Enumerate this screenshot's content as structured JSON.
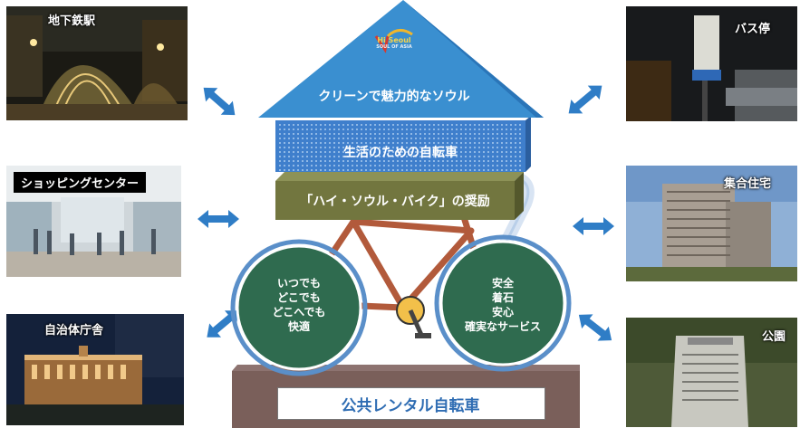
{
  "colors": {
    "roof": "#3a8fd0",
    "roof_dark": "#2a75b8",
    "dotted_band": "#3f7fcc",
    "olive_band": "#72763f",
    "wheel_green": "#2f6b4f",
    "bike_frame": "#b25a3b",
    "base": "#7a5f5a",
    "arrow": "#2f7dc6"
  },
  "house": {
    "logo_text": "Hi Seoul",
    "logo_subtext": "SOUL OF ASIA",
    "roof_label": "クリーンで魅力的なソウル",
    "band1_label": "生活のための自転車",
    "band2_label": "「ハイ・ソウル・バイク」の奨励"
  },
  "wheels": {
    "left": [
      "いつでも",
      "どこでも",
      "どこへでも",
      "快適"
    ],
    "right": [
      "安全",
      "着石",
      "安心",
      "確実なサービス"
    ]
  },
  "base_label": "公共レンタル自転車",
  "photos": {
    "subway": "地下鉄駅",
    "shopping": "ショッピングセンター",
    "cityhall": "自治体庁舎",
    "bus": "バス停",
    "apartment": "集合住宅",
    "park": "公園"
  }
}
